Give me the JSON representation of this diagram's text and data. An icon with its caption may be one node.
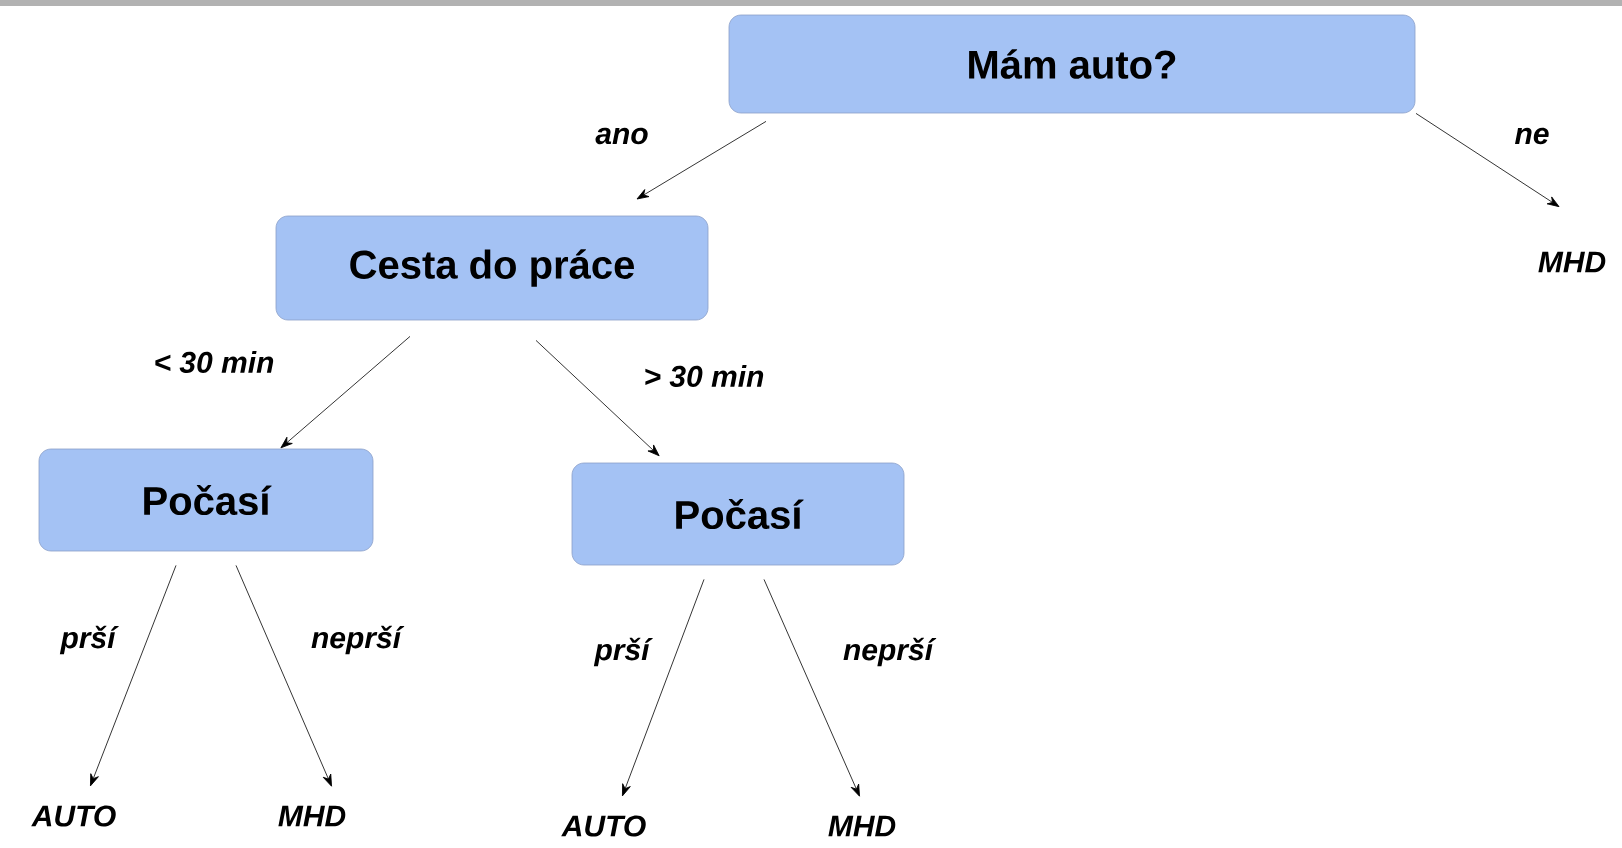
{
  "diagram": {
    "nodes": [
      {
        "text": [
          "Mám auto?"
        ]
      },
      {
        "text": [
          "Cesta do práce"
        ]
      },
      {
        "text": [
          "MHD"
        ]
      },
      {
        "text": [
          "Počasí"
        ]
      },
      {
        "text": [
          "Počasí"
        ]
      },
      {
        "text": [
          "AUTO"
        ]
      },
      {
        "text": [
          "MHD"
        ]
      },
      {
        "text": [
          "AUTO"
        ]
      },
      {
        "text": [
          "MHD"
        ]
      }
    ],
    "edges": [
      {
        "from": 0,
        "to": 1,
        "arrow": "to",
        "label": "ano"
      },
      {
        "from": 0,
        "to": 2,
        "arrow": "to",
        "label": "ne"
      },
      {
        "from": 1,
        "to": 3,
        "arrow": "to",
        "label": "< 30 min"
      },
      {
        "from": 1,
        "to": 4,
        "arrow": "to",
        "label": "> 30 min"
      },
      {
        "from": 3,
        "to": 5,
        "arrow": "to",
        "label": "prší"
      },
      {
        "from": 3,
        "to": 6,
        "arrow": "to",
        "label": "neprší"
      },
      {
        "from": 4,
        "to": 7,
        "arrow": "to",
        "label": "prší"
      },
      {
        "from": 4,
        "to": 8,
        "arrow": "to",
        "label": "neprší"
      }
    ]
  }
}
